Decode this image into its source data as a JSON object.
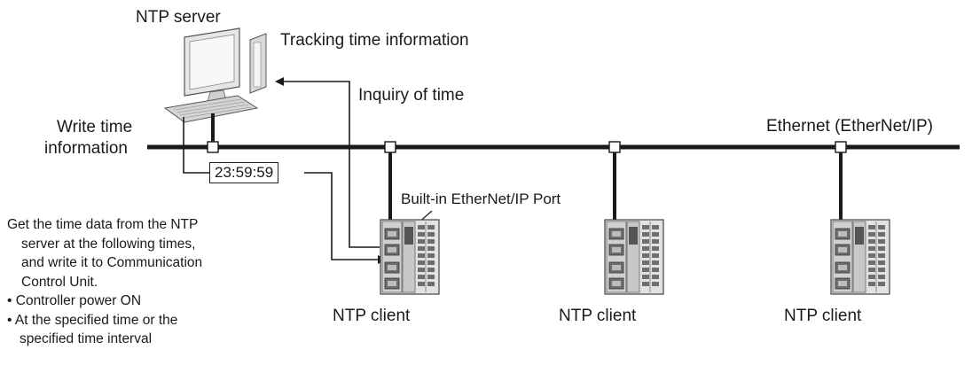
{
  "labels": {
    "ntp_server": "NTP server",
    "tracking": "Tracking time information",
    "write_time_line1": "Write time",
    "write_time_line2": "information",
    "inquiry": "Inquiry of time",
    "ethernet": "Ethernet (EtherNet/IP)",
    "builtin_port": "Built-in EtherNet/IP Port",
    "time_value": "23:59:59",
    "clients": [
      "NTP client",
      "NTP client",
      "NTP client"
    ]
  },
  "description": {
    "lines": [
      "Get the time data from the NTP",
      "server at the following times,",
      "and write it to Communication",
      "Control Unit."
    ],
    "bullets": [
      {
        "marker": "•",
        "lines": [
          "Controller power ON"
        ]
      },
      {
        "marker": "•",
        "lines": [
          "At the specified time or the",
          "specified time interval"
        ]
      }
    ]
  },
  "colors": {
    "line": "#1a1a1a",
    "unit_body": "#e2e2e2",
    "unit_dark": "#6e6e6e",
    "monitor_screen": "#f2f2f2"
  },
  "icons": [
    "computer-icon",
    "controller-icon"
  ]
}
